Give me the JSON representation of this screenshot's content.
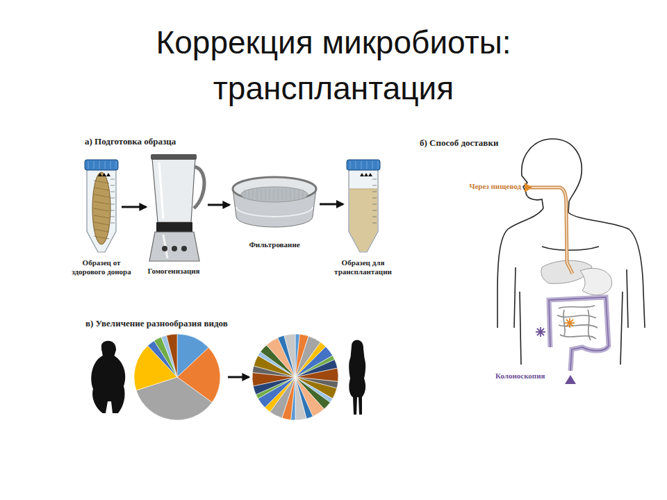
{
  "diagram": {
    "title": "Коррекция микробиоты: трансплантация",
    "nodes": [
      {
        "text": [
          "Образец от здорового донора"
        ]
      },
      {
        "text": [
          "Гомогенизация"
        ]
      },
      {
        "text": [
          "Фильтрование"
        ]
      },
      {
        "text": [
          "Образец для трансплантации"
        ]
      }
    ],
    "edges": [
      {
        "from": 0,
        "to": 1,
        "arrow": "to"
      },
      {
        "from": 1,
        "to": 2,
        "arrow": "to"
      },
      {
        "from": 2,
        "to": 3,
        "arrow": "to"
      }
    ],
    "labels": [
      "а) Подготовка образца",
      "б) Способ доставки",
      "Через пищевод",
      "Колоноскопия",
      "в) Увеличение разнообразия видов"
    ]
  }
}
